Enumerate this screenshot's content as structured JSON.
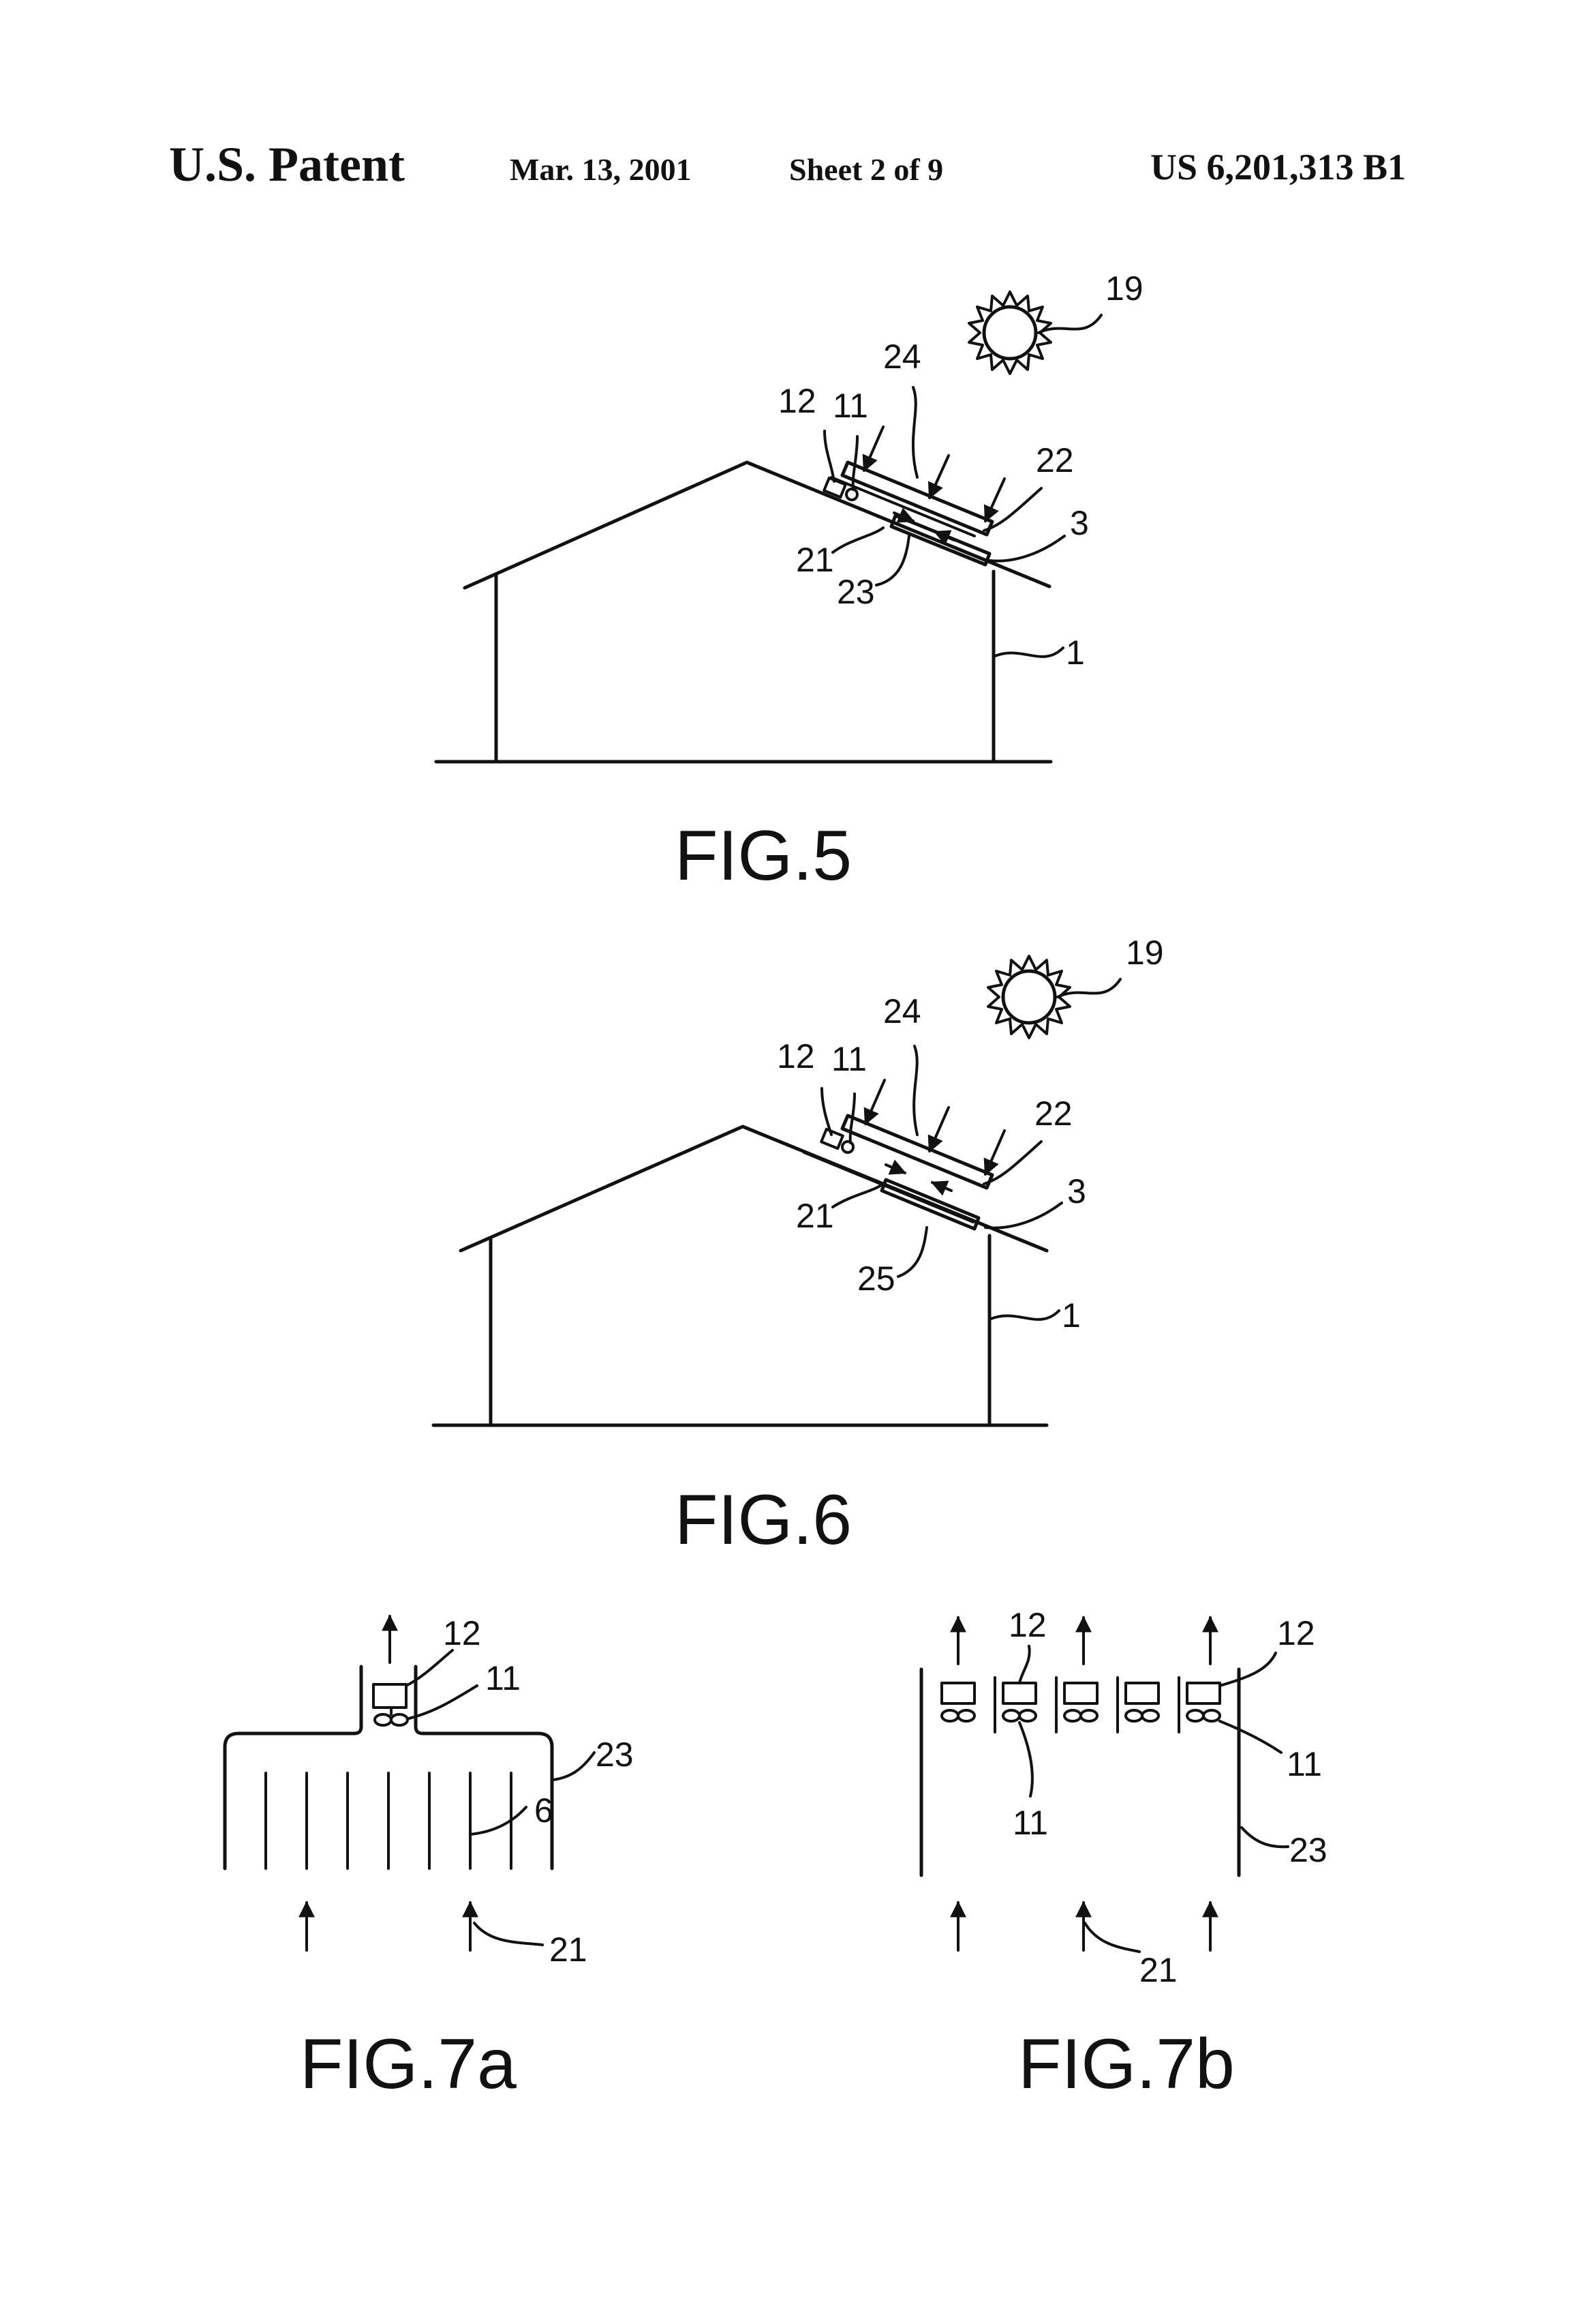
{
  "header": {
    "left": "U.S. Patent",
    "date": "Mar. 13, 2001",
    "sheet": "Sheet 2 of 9",
    "number": "US 6,201,313 B1"
  },
  "fig5": {
    "caption": "FIG.5",
    "labels": {
      "l19": "19",
      "l24": "24",
      "l12": "12",
      "l11": "11",
      "l22": "22",
      "l21": "21",
      "l23": "23",
      "l3": "3",
      "l1": "1"
    }
  },
  "fig6": {
    "caption": "FIG.6",
    "labels": {
      "l19": "19",
      "l24": "24",
      "l12": "12",
      "l11": "11",
      "l22": "22",
      "l21": "21",
      "l25": "25",
      "l3": "3",
      "l1": "1"
    }
  },
  "fig7a": {
    "caption": "FIG.7a",
    "labels": {
      "l12": "12",
      "l11": "11",
      "l23": "23",
      "l6": "6",
      "l21": "21"
    }
  },
  "fig7b": {
    "caption": "FIG.7b",
    "labels": {
      "l12a": "12",
      "l12b": "12",
      "l11a": "11",
      "l11b": "11",
      "l23": "23",
      "l21": "21"
    }
  }
}
